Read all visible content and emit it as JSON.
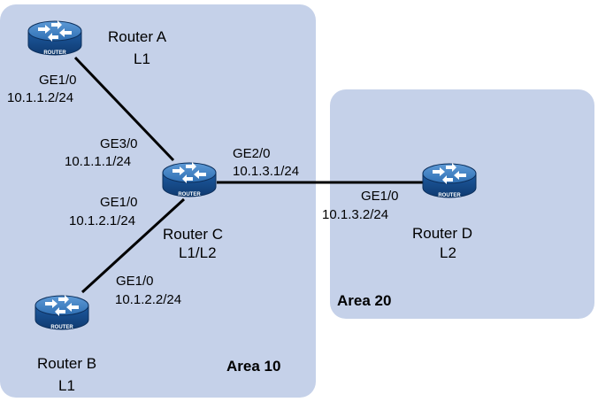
{
  "colors": {
    "area_fill": "#c5d1e9",
    "link": "#000000",
    "router_body": "#1f5fa6",
    "router_top": "#4f8fd0"
  },
  "areas": {
    "area10": {
      "label": "Area 10"
    },
    "area20": {
      "label": "Area 20"
    }
  },
  "router_badge": "ROUTER",
  "routers": {
    "a": {
      "name": "Router A",
      "level": "L1",
      "icon": "router-icon"
    },
    "b": {
      "name": "Router B",
      "level": "L1",
      "icon": "router-icon"
    },
    "c": {
      "name": "Router C",
      "level": "L1/L2",
      "icon": "router-icon"
    },
    "d": {
      "name": "Router D",
      "level": "L2",
      "icon": "router-icon"
    }
  },
  "interfaces": {
    "a_ge10": {
      "port": "GE1/0",
      "ip": "10.1.1.2/24"
    },
    "c_ge30": {
      "port": "GE3/0",
      "ip": "10.1.1.1/24"
    },
    "c_ge10": {
      "port": "GE1/0",
      "ip": "10.1.2.1/24"
    },
    "b_ge10": {
      "port": "GE1/0",
      "ip": "10.1.2.2/24"
    },
    "c_ge20": {
      "port": "GE2/0",
      "ip": "10.1.3.1/24"
    },
    "d_ge10": {
      "port": "GE1/0",
      "ip": "10.1.3.2/24"
    }
  }
}
